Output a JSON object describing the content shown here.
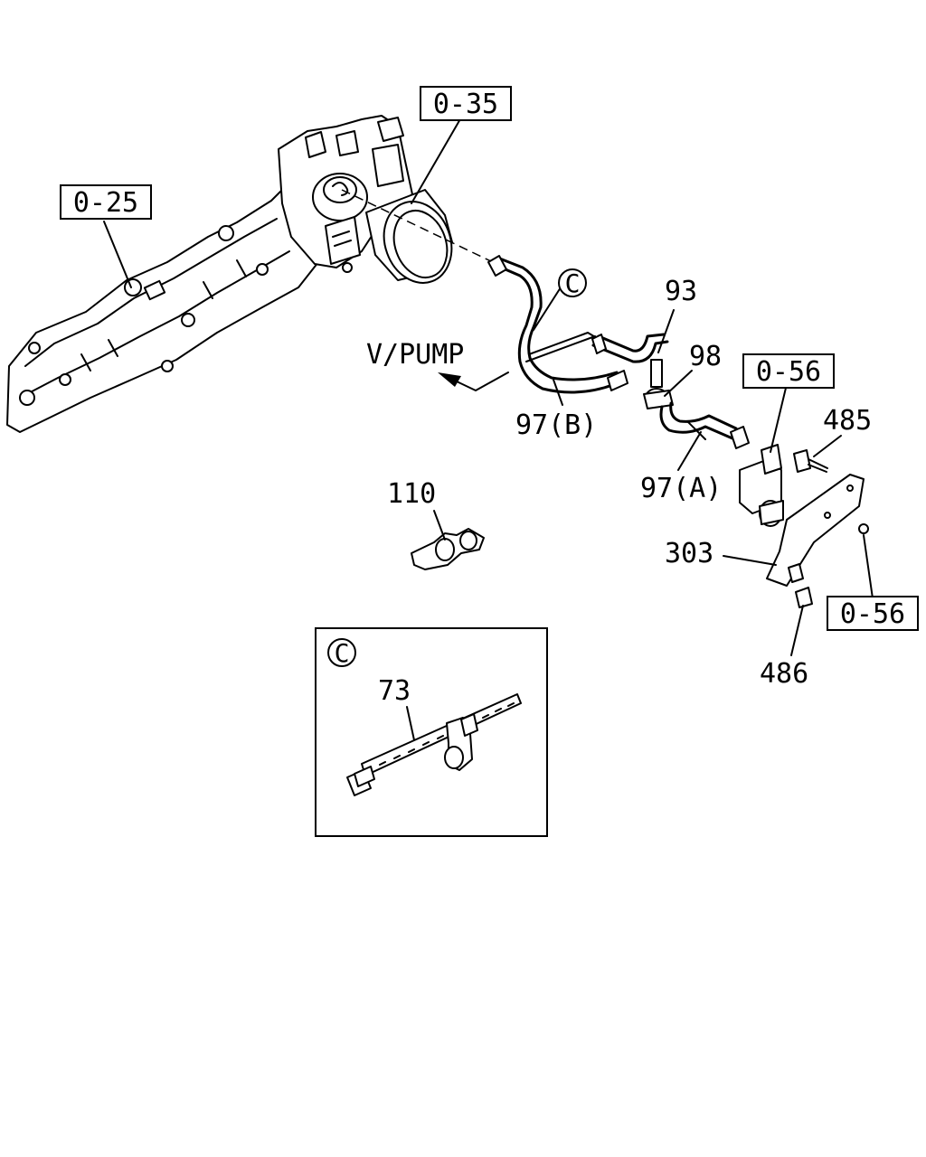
{
  "callouts": {
    "ref_0_35": "0-35",
    "ref_0_25": "0-25",
    "ref_0_56_top": "0-56",
    "ref_0_56_bottom": "0-56",
    "c_marker": "C",
    "part_93": "93",
    "part_98": "98",
    "part_485": "485",
    "part_97b": "97(B)",
    "part_97a": "97(A)",
    "part_110": "110",
    "part_303": "303",
    "part_486": "486",
    "vpump": "V/PUMP"
  },
  "detail": {
    "marker": "C",
    "part_73": "73"
  }
}
